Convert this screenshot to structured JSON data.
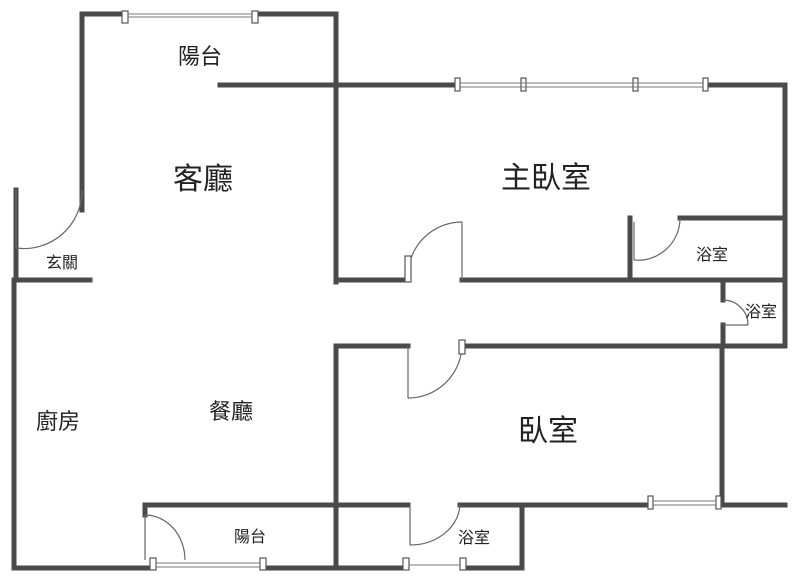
{
  "rooms": {
    "balcony_top": "陽台",
    "living_room": "客廳",
    "master_bedroom": "主臥室",
    "entrance": "玄關",
    "master_bath": "浴室",
    "bath_mid": "浴室",
    "kitchen": "廚房",
    "dining_room": "餐廳",
    "bedroom": "臥室",
    "balcony_bottom": "陽台",
    "bath_bottom": "浴室"
  },
  "colors": {
    "wall": "#4a4a4a",
    "background": "#ffffff"
  }
}
